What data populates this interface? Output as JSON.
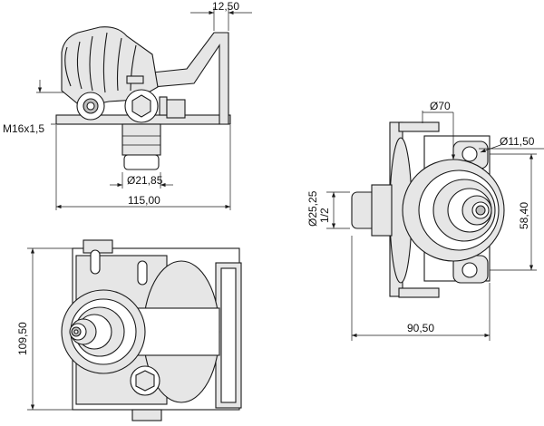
{
  "dimensions": {
    "top_width": "12,50",
    "thread": "M16x1,5",
    "pin_diameter": "Ø21,85",
    "overall_width": "115,00",
    "height": "109,50",
    "flange_diameter": "Ø70",
    "hole_diameter": "Ø11,50",
    "port_diameter": "Ø25,25",
    "port_thread": "1/2",
    "hole_spacing": "58,40",
    "side_width": "90,50"
  }
}
